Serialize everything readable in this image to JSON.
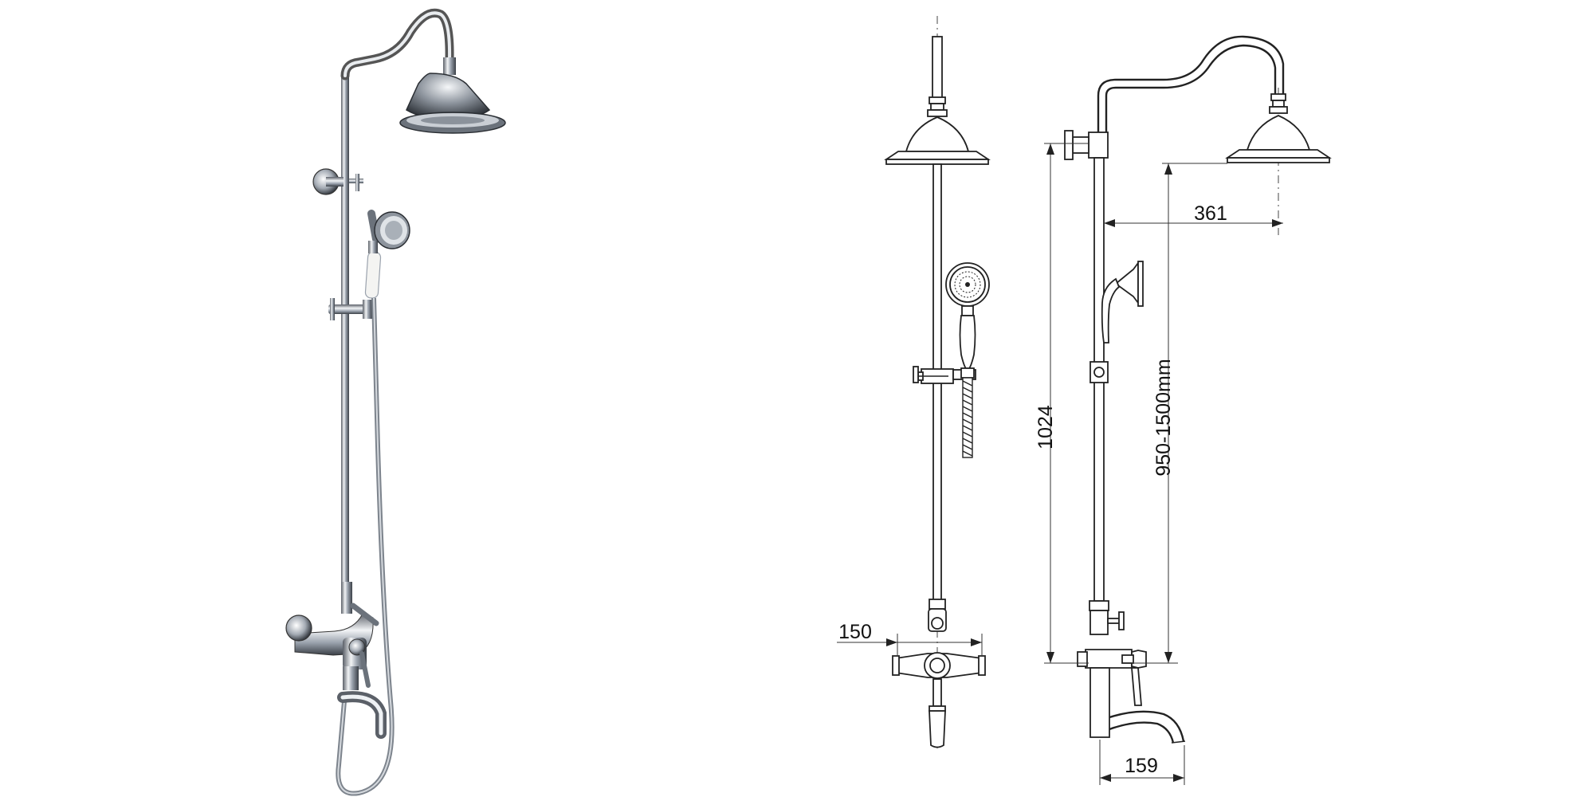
{
  "dimensions": {
    "total_height": "1024",
    "adjustable_height": "950-1500mm",
    "arm_reach": "361",
    "mixer_centers": "150",
    "spout_reach": "159"
  },
  "colors": {
    "background": "#ffffff",
    "line": "#222222",
    "chrome_dark": "#3a3f46",
    "chrome_mid": "#9aa2ad",
    "chrome_light": "#eef1f4"
  }
}
